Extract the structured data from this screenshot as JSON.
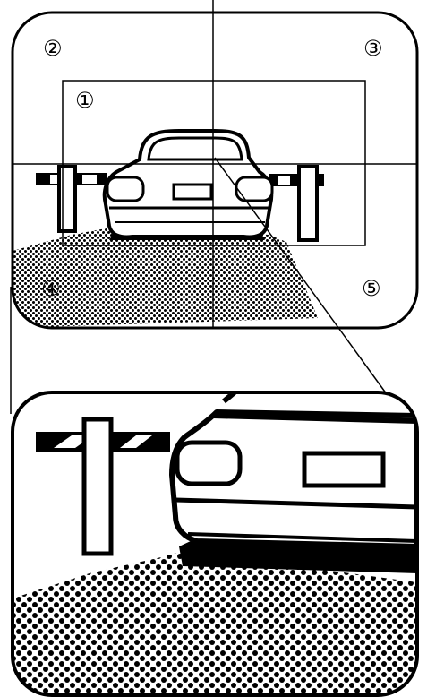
{
  "colors": {
    "ink": "#000000",
    "paper": "#ffffff"
  },
  "zones": [
    {
      "id": "zone-1",
      "label": "①"
    },
    {
      "id": "zone-2",
      "label": "②"
    },
    {
      "id": "zone-3",
      "label": "③"
    },
    {
      "id": "zone-4",
      "label": "④"
    },
    {
      "id": "zone-5",
      "label": "⑤"
    }
  ]
}
